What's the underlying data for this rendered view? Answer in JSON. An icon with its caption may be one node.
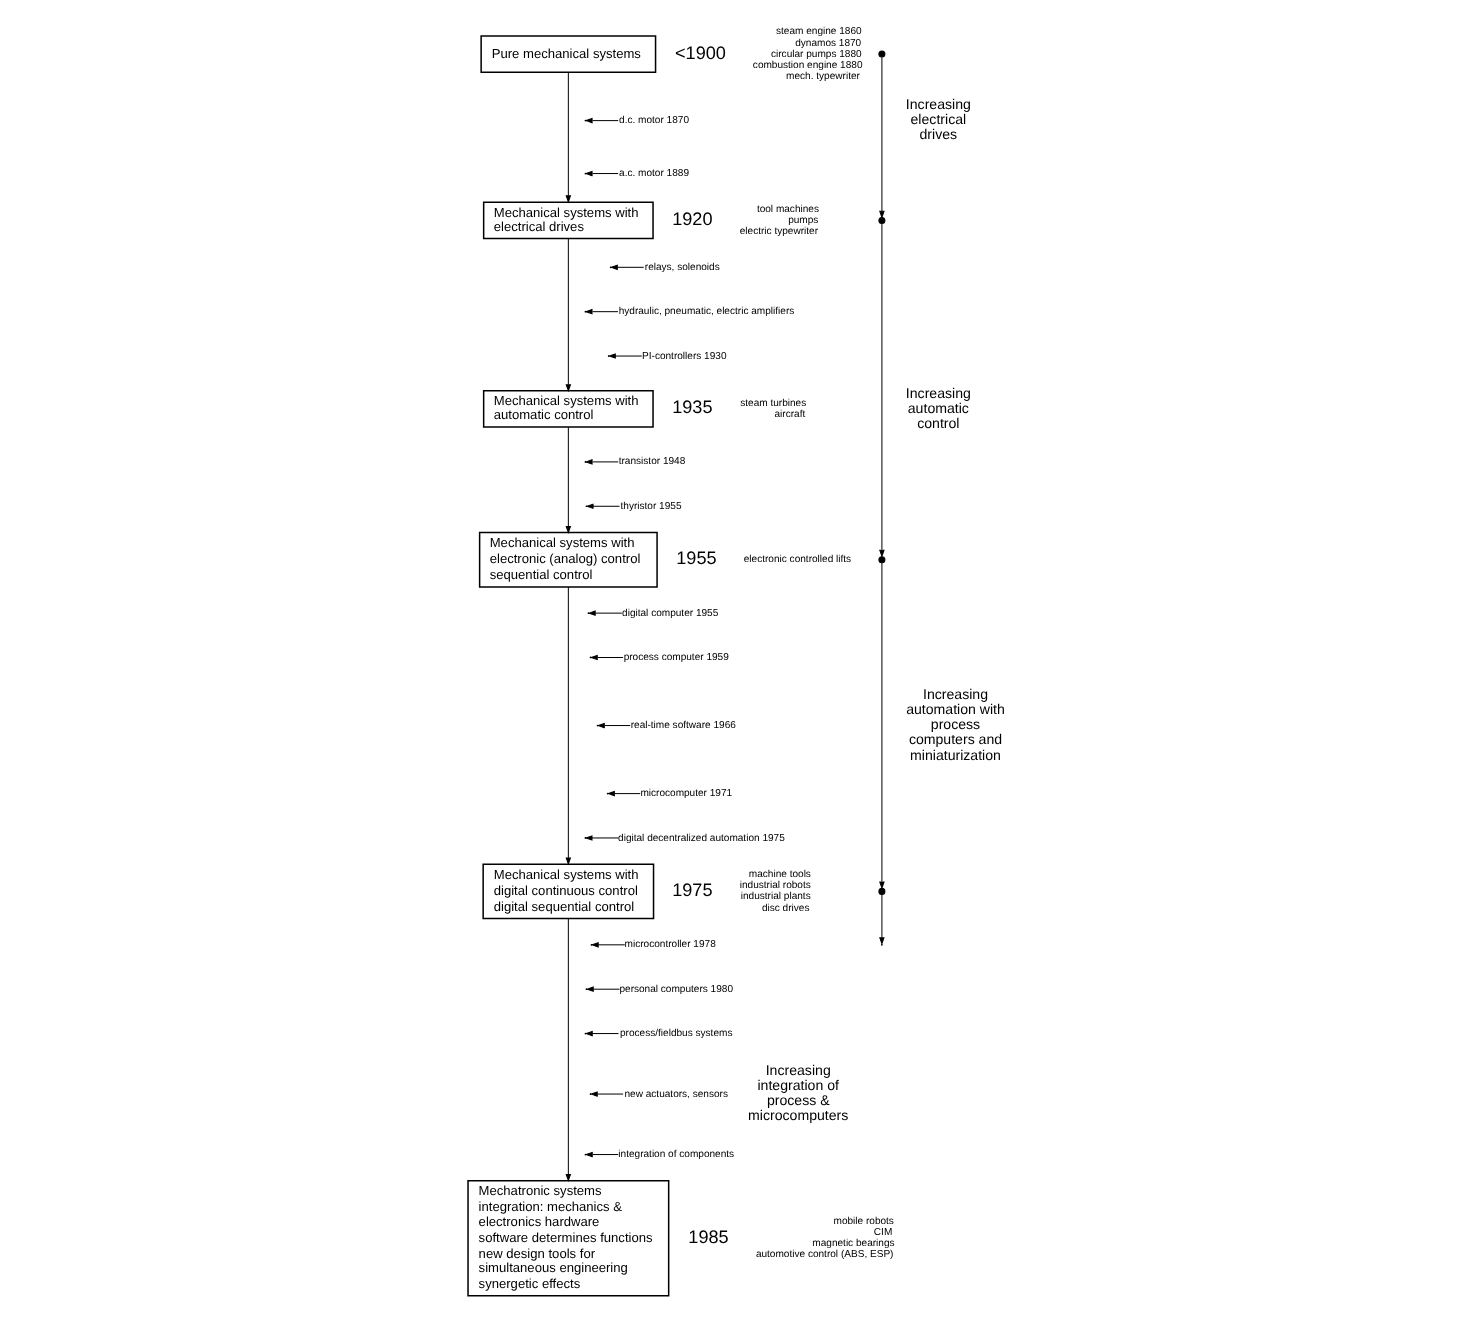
{
  "diagram": {
    "nodes": [
      {
        "text": [
          "Pure mechanical systems"
        ],
        "beside": [
          "<1900",
          "steam engine 1860",
          "dynamos 1870",
          "circular pumps 1880",
          "combustion engine 1880",
          "mech. typewriter"
        ]
      },
      {
        "text": [
          "d.c. motor 1870"
        ]
      },
      {
        "text": [
          "a.c. motor 1889"
        ]
      },
      {
        "text": [
          "Mechanical systems with electrical drives"
        ],
        "beside": [
          "1920",
          "tool machines",
          "pumps",
          "electric typewriter"
        ]
      },
      {
        "text": [
          "relays, solenoids"
        ]
      },
      {
        "text": [
          "hydraulic, pneumatic, electric amplifiers"
        ]
      },
      {
        "text": [
          "PI-controllers 1930"
        ]
      },
      {
        "text": [
          "Mechanical systems with automatic control"
        ],
        "beside": [
          "1935",
          "steam turbines",
          "aircraft"
        ]
      },
      {
        "text": [
          "transistor 1948"
        ]
      },
      {
        "text": [
          "thyristor 1955"
        ]
      },
      {
        "text": [
          "Mechanical systems with",
          "electronic (analog) control",
          "sequential control"
        ],
        "beside": [
          "1955",
          "electronic controlled lifts"
        ]
      },
      {
        "text": [
          "digital computer 1955"
        ]
      },
      {
        "text": [
          "process computer 1959"
        ]
      },
      {
        "text": [
          "real-time software 1966"
        ]
      },
      {
        "text": [
          "microcomputer 1971"
        ]
      },
      {
        "text": [
          "digital decentralized automation 1975"
        ]
      },
      {
        "text": [
          "Mechanical systems with",
          "digital continuous control",
          "digital sequential control"
        ],
        "beside": [
          "1975",
          "machine tools",
          "industrial robots",
          "industrial plants",
          "disc drives"
        ]
      },
      {
        "text": [
          "microcontroller 1978"
        ]
      },
      {
        "text": [
          "personal computers 1980"
        ]
      },
      {
        "text": [
          "process/fieldbus systems"
        ]
      },
      {
        "text": [
          "new actuators, sensors"
        ]
      },
      {
        "text": [
          "integration of components"
        ]
      },
      {
        "text": [
          "Mechatronic systems",
          "integration: mechanics & electronics hardware",
          "software determines functions",
          "new design tools for simultaneous engineering",
          "synergetic effects"
        ],
        "beside": [
          "1985",
          "mobile robots",
          "CIM",
          "magnetic bearings",
          "automotive control (ABS, ESP)"
        ]
      },
      {
        "text": [],
        "shape": "circle"
      },
      {
        "text": [],
        "shape": "circle"
      },
      {
        "text": [],
        "shape": "circle"
      },
      {
        "text": [],
        "shape": "circle"
      }
    ],
    "edges": [
      {
        "from": 0,
        "to": 3,
        "arrow": "to"
      },
      {
        "from": 1,
        "to": null,
        "arrow": "to"
      },
      {
        "from": 2,
        "to": null,
        "arrow": "to"
      },
      {
        "from": 3,
        "to": 7,
        "arrow": "to"
      },
      {
        "from": 4,
        "to": null,
        "arrow": "to"
      },
      {
        "from": 5,
        "to": null,
        "arrow": "to"
      },
      {
        "from": 6,
        "to": null,
        "arrow": "to"
      },
      {
        "from": 7,
        "to": 10,
        "arrow": "to"
      },
      {
        "from": 8,
        "to": null,
        "arrow": "to"
      },
      {
        "from": 9,
        "to": null,
        "arrow": "to"
      },
      {
        "from": 10,
        "to": 16,
        "arrow": "to"
      },
      {
        "from": 11,
        "to": null,
        "arrow": "to"
      },
      {
        "from": 12,
        "to": null,
        "arrow": "to"
      },
      {
        "from": 13,
        "to": null,
        "arrow": "to"
      },
      {
        "from": 14,
        "to": null,
        "arrow": "to"
      },
      {
        "from": 15,
        "to": null,
        "arrow": "to"
      },
      {
        "from": 16,
        "to": 22,
        "arrow": "to"
      },
      {
        "from": 17,
        "to": null,
        "arrow": "to"
      },
      {
        "from": 18,
        "to": null,
        "arrow": "to"
      },
      {
        "from": 19,
        "to": null,
        "arrow": "to"
      },
      {
        "from": 20,
        "to": null,
        "arrow": "to"
      },
      {
        "from": 21,
        "to": null,
        "arrow": "to"
      },
      {
        "from": 23,
        "to": 24,
        "arrow": "to"
      },
      {
        "from": 24,
        "to": 25,
        "arrow": "to"
      },
      {
        "from": 25,
        "to": 26,
        "arrow": "to"
      },
      {
        "from": 26,
        "to": null,
        "arrow": "to"
      }
    ],
    "labels": [
      "Increasing electrical drives",
      "Increasing automatic control",
      "Increasing automation with process computers and miniaturization",
      "Increasing integration of process & microcomputers"
    ]
  }
}
